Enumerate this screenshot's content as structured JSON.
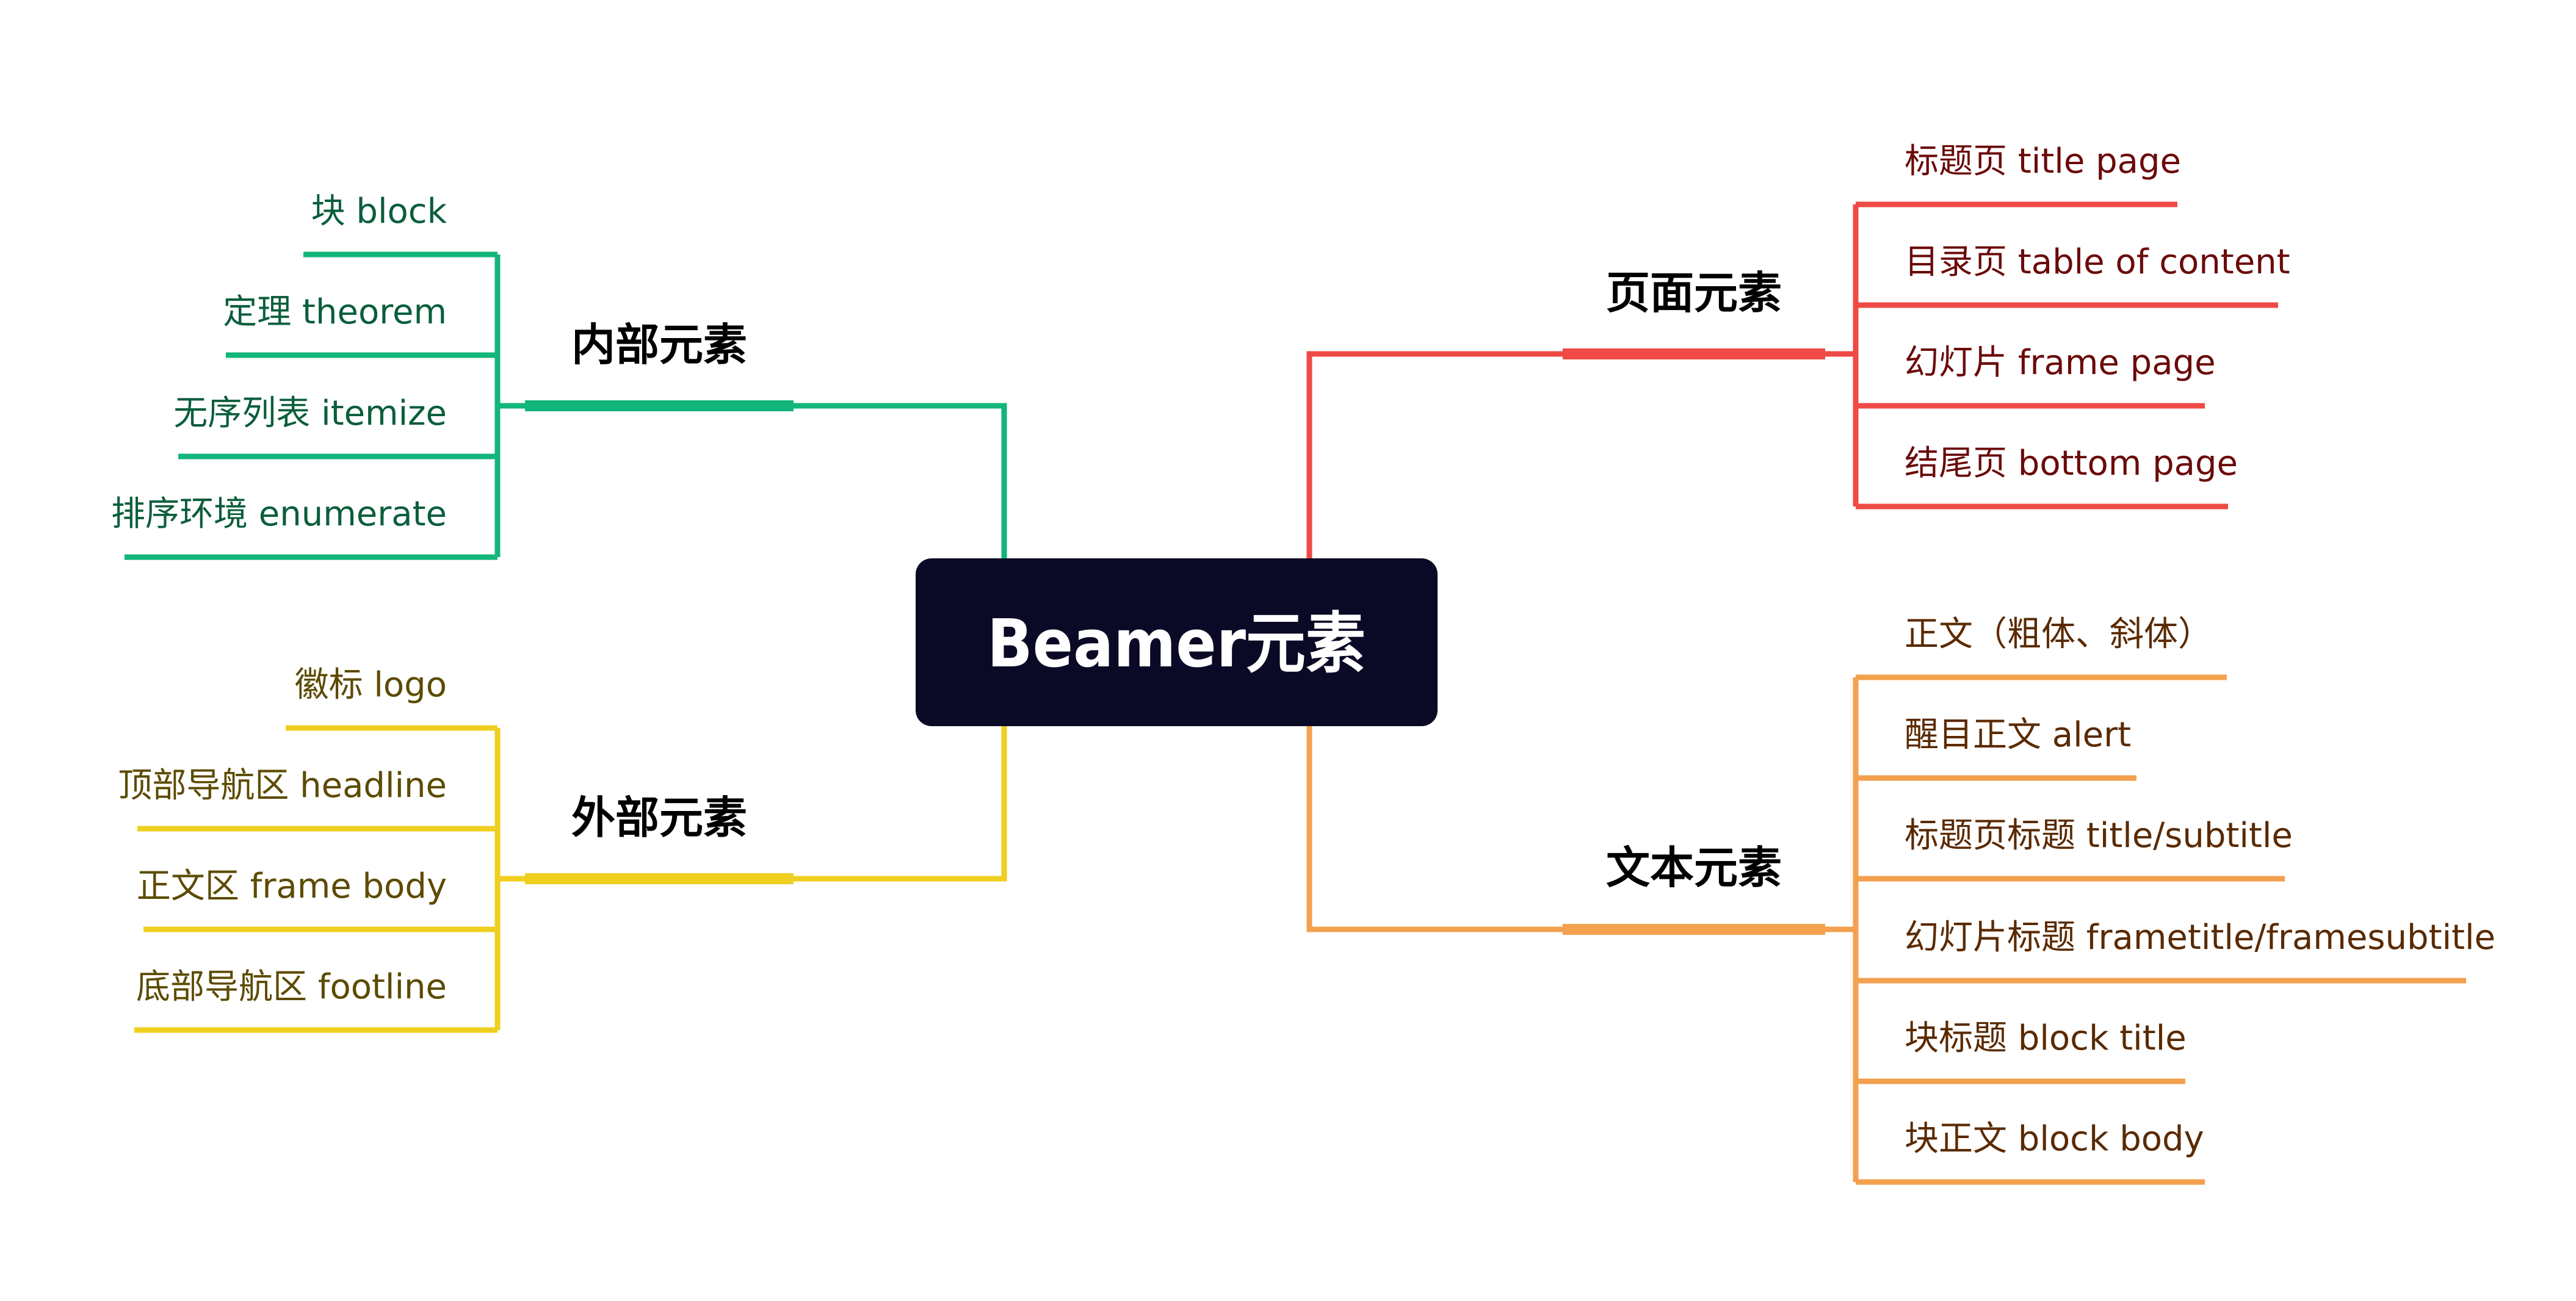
{
  "root": {
    "label": "Beamer元素",
    "bg_color": "#0a0a26"
  },
  "branches": {
    "inner": {
      "label": "内部元素",
      "color": "#12b57a",
      "text_color": "#0b5e3c",
      "items": [
        "块 block",
        "定理 theorem",
        "无序列表 itemize",
        "排序环境 enumerate"
      ]
    },
    "outer": {
      "label": "外部元素",
      "color": "#efcf1f",
      "text_color": "#5c4b00",
      "items": [
        "徽标 logo",
        "顶部导航区 headline",
        "正文区 frame body",
        "底部导航区 footline"
      ]
    },
    "page": {
      "label": "页面元素",
      "color": "#ef4a45",
      "text_color": "#6b0a0a",
      "items": [
        "标题页 title page",
        "目录页 table of content",
        "幻灯片 frame page",
        "结尾页 bottom page"
      ]
    },
    "text": {
      "label": "文本元素",
      "color": "#f3a14e",
      "text_color": "#5a2a00",
      "items": [
        "正文（粗体、斜体）",
        "醒目正文 alert",
        "标题页标题 title/subtitle",
        "幻灯片标题 frametitle/framesubtitle",
        "块标题 block title",
        "块正文 block body"
      ]
    }
  }
}
